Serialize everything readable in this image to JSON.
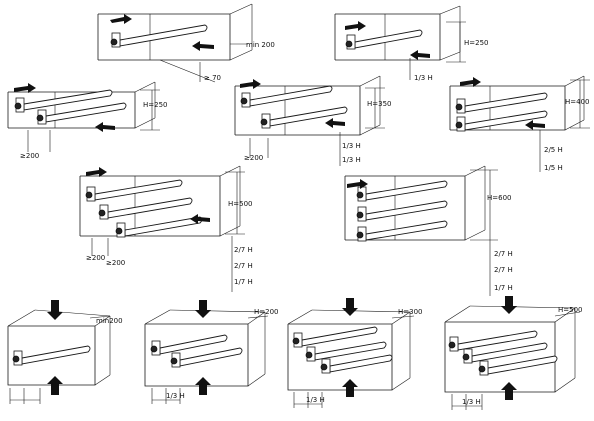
{
  "labels": {
    "d1_min": "min 200",
    "d1_ge70": "≥ 70",
    "d2_h250": "H=250",
    "d2_third": "1/3 H",
    "d3_h250": "H=250",
    "d3_ge200": "≥200",
    "d4_h350": "H=350",
    "d4_ge200": "≥200",
    "d4_third_a": "1/3 H",
    "d4_third_b": "1/3 H",
    "d5_h400": "H=400",
    "d5_25": "2/5 H",
    "d5_15": "1/5 H",
    "d6_h500": "H=500",
    "d6_ge200a": "≥200",
    "d6_ge200b": "≥200",
    "d6_27a": "2/7 H",
    "d6_27b": "2/7 H",
    "d6_17": "1/7 H",
    "d7_h600": "H=600",
    "d7_27a": "2/7 H",
    "d7_27b": "2/7 H",
    "d7_17": "1/7 H",
    "d8_min": "min200",
    "d9_h200": "H=200",
    "d9_third": "1/3 H",
    "d10_h300": "H=300",
    "d10_third": "1/3 H",
    "d11_h500": "H=500",
    "d11_third": "1/3 H"
  }
}
